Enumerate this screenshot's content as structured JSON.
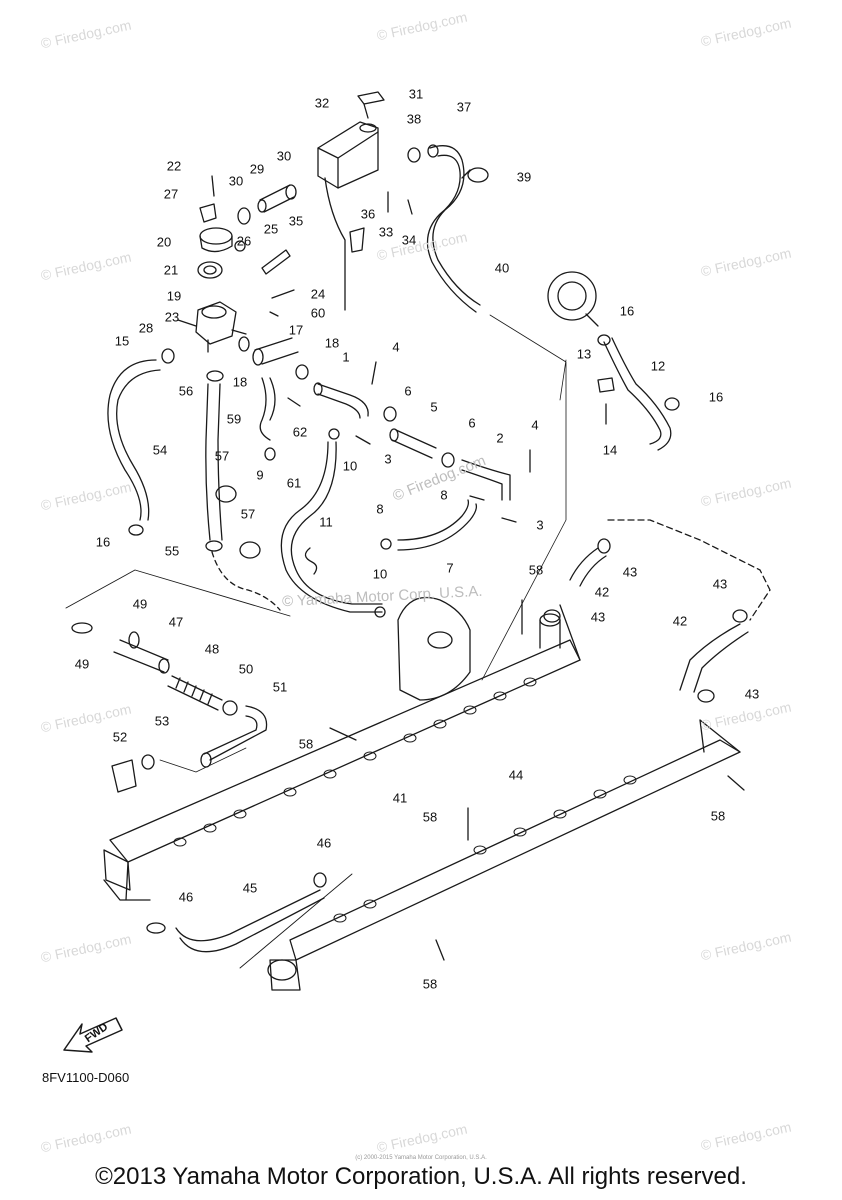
{
  "diagram_code": "8FV1100-D060",
  "fwd_label": "FWD",
  "copyright": "©2013 Yamaha Motor Corporation, U.S.A. All rights reserved.",
  "fine_print": "(c) 2000-2015 Yamaha Motor Corporation, U.S.A.",
  "overlay_watermark": "© Yamaha Motor Corp. U.S.A.",
  "overlay_watermark_2": "© Firedog.com",
  "watermark": "© Firedog.com",
  "callouts": [
    {
      "id": "c31",
      "text": "31"
    },
    {
      "id": "c32",
      "text": "32"
    },
    {
      "id": "c37",
      "text": "37"
    },
    {
      "id": "c38",
      "text": "38"
    },
    {
      "id": "c39",
      "text": "39"
    },
    {
      "id": "c22",
      "text": "22"
    },
    {
      "id": "c27",
      "text": "27"
    },
    {
      "id": "c30a",
      "text": "30"
    },
    {
      "id": "c29",
      "text": "29"
    },
    {
      "id": "c30b",
      "text": "30"
    },
    {
      "id": "c36",
      "text": "36"
    },
    {
      "id": "c33",
      "text": "33"
    },
    {
      "id": "c34",
      "text": "34"
    },
    {
      "id": "c35",
      "text": "35"
    },
    {
      "id": "c20",
      "text": "20"
    },
    {
      "id": "c26",
      "text": "26"
    },
    {
      "id": "c25",
      "text": "25"
    },
    {
      "id": "c21",
      "text": "21"
    },
    {
      "id": "c40",
      "text": "40"
    },
    {
      "id": "c19",
      "text": "19"
    },
    {
      "id": "c24",
      "text": "24"
    },
    {
      "id": "c60",
      "text": "60"
    },
    {
      "id": "c23",
      "text": "23"
    },
    {
      "id": "c28",
      "text": "28"
    },
    {
      "id": "c17",
      "text": "17"
    },
    {
      "id": "c15",
      "text": "15"
    },
    {
      "id": "c18a",
      "text": "18"
    },
    {
      "id": "c18b",
      "text": "18"
    },
    {
      "id": "c1",
      "text": "1"
    },
    {
      "id": "c4a",
      "text": "4"
    },
    {
      "id": "c56",
      "text": "56"
    },
    {
      "id": "c59",
      "text": "59"
    },
    {
      "id": "c62",
      "text": "62"
    },
    {
      "id": "c6a",
      "text": "6"
    },
    {
      "id": "c5",
      "text": "5"
    },
    {
      "id": "c6b",
      "text": "6"
    },
    {
      "id": "c2",
      "text": "2"
    },
    {
      "id": "c4b",
      "text": "4"
    },
    {
      "id": "c3a",
      "text": "3"
    },
    {
      "id": "c10a",
      "text": "10"
    },
    {
      "id": "c54",
      "text": "54"
    },
    {
      "id": "c57a",
      "text": "57"
    },
    {
      "id": "c61",
      "text": "61"
    },
    {
      "id": "c9",
      "text": "9"
    },
    {
      "id": "c8a",
      "text": "8"
    },
    {
      "id": "c8b",
      "text": "8"
    },
    {
      "id": "c3b",
      "text": "3"
    },
    {
      "id": "c16a",
      "text": "16"
    },
    {
      "id": "c13",
      "text": "13"
    },
    {
      "id": "c12",
      "text": "12"
    },
    {
      "id": "c16b",
      "text": "16"
    },
    {
      "id": "c14",
      "text": "14"
    },
    {
      "id": "c16c",
      "text": "16"
    },
    {
      "id": "c57b",
      "text": "57"
    },
    {
      "id": "c11",
      "text": "11"
    },
    {
      "id": "c55",
      "text": "55"
    },
    {
      "id": "c7",
      "text": "7"
    },
    {
      "id": "c10b",
      "text": "10"
    },
    {
      "id": "c58a",
      "text": "58"
    },
    {
      "id": "c42a",
      "text": "42"
    },
    {
      "id": "c43a",
      "text": "43"
    },
    {
      "id": "c43b",
      "text": "43"
    },
    {
      "id": "c43c",
      "text": "43"
    },
    {
      "id": "c42b",
      "text": "42"
    },
    {
      "id": "c49a",
      "text": "49"
    },
    {
      "id": "c47",
      "text": "47"
    },
    {
      "id": "c49b",
      "text": "49"
    },
    {
      "id": "c48",
      "text": "48"
    },
    {
      "id": "c50",
      "text": "50"
    },
    {
      "id": "c51",
      "text": "51"
    },
    {
      "id": "c43d",
      "text": "43"
    },
    {
      "id": "c53",
      "text": "53"
    },
    {
      "id": "c52",
      "text": "52"
    },
    {
      "id": "c58b",
      "text": "58"
    },
    {
      "id": "c41",
      "text": "41"
    },
    {
      "id": "c44",
      "text": "44"
    },
    {
      "id": "c58c",
      "text": "58"
    },
    {
      "id": "c58d",
      "text": "58"
    },
    {
      "id": "c46a",
      "text": "46"
    },
    {
      "id": "c46b",
      "text": "46"
    },
    {
      "id": "c45",
      "text": "45"
    },
    {
      "id": "c58e",
      "text": "58"
    }
  ]
}
